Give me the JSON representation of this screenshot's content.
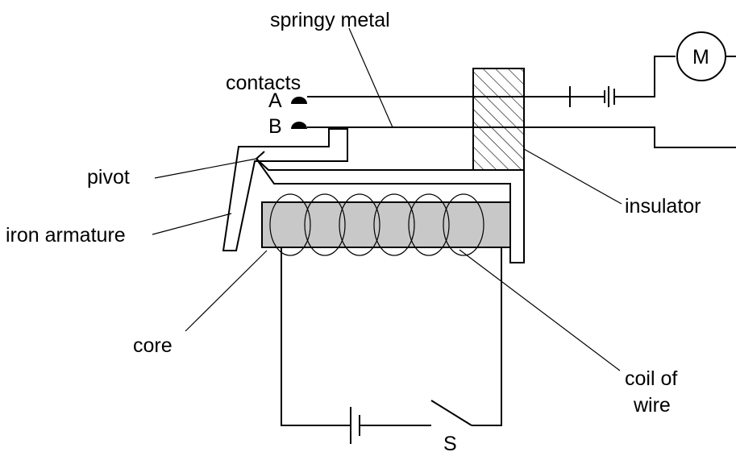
{
  "labels": {
    "springy_metal": "springy metal",
    "contacts": "contacts",
    "contact_a": "A",
    "contact_b": "B",
    "pivot": "pivot",
    "iron_armature": "iron armature",
    "insulator": "insulator",
    "core": "core",
    "coil_line1": "coil of",
    "coil_line2": "wire",
    "switch": "S",
    "motor": "M"
  }
}
